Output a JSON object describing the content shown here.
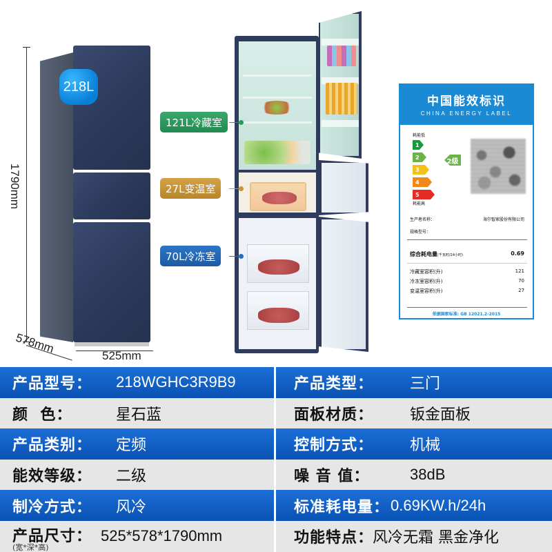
{
  "product_image": {
    "capacity_badge": "218L",
    "dimensions": {
      "height": "1790mm",
      "depth": "578mm",
      "width": "525mm"
    },
    "compartments": [
      {
        "label": "121L冷藏室",
        "color": "#2a9a5c"
      },
      {
        "label": "27L变温室",
        "color": "#c49538"
      },
      {
        "label": "70L冷冻室",
        "color": "#2570c0"
      }
    ]
  },
  "energy_label": {
    "title": "中国能效标识",
    "subtitle": "CHINA ENERGY LABEL",
    "low_text": "耗能低",
    "high_text": "耗能高",
    "grades": [
      "1",
      "2",
      "3",
      "4",
      "5"
    ],
    "grade": "2级",
    "manufacturer_key": "生产者名称：",
    "manufacturer_value": "海尔智家股份有限公司",
    "model_key": "规格型号：",
    "consumption_key": "综合耗电量",
    "consumption_unit": "(千瓦时/24小时)",
    "consumption_value": "0.69",
    "volumes": [
      {
        "key": "冷藏室容积(升)",
        "value": "121"
      },
      {
        "key": "冷冻室容积(升)",
        "value": "70"
      },
      {
        "key": "变温室容积(升)",
        "value": "27"
      }
    ],
    "footer": "依据国家标准: GB 12021.2-2015",
    "accent_color": "#1a8ad4"
  },
  "specs": {
    "rows": [
      {
        "style": "blue",
        "left": {
          "key": "产品型号：",
          "value": "218WGHC3R9B9"
        },
        "right": {
          "key": "产品类型：",
          "value": "三门"
        }
      },
      {
        "style": "grey",
        "left": {
          "key": "颜  色：",
          "value": "星石蓝"
        },
        "right": {
          "key": "面板材质：",
          "value": "钣金面板"
        }
      },
      {
        "style": "blue",
        "left": {
          "key": "产品类别：",
          "value": "定频"
        },
        "right": {
          "key": "控制方式：",
          "value": "机械"
        }
      },
      {
        "style": "grey",
        "left": {
          "key": "能效等级：",
          "value": "二级"
        },
        "right": {
          "key": "噪 音 值：",
          "value": "38dB"
        }
      },
      {
        "style": "blue",
        "left": {
          "key": "制冷方式：",
          "value": "风冷"
        },
        "right": {
          "key": "标准耗电量：",
          "value": "0.69KW.h/24h"
        }
      },
      {
        "style": "grey",
        "left": {
          "key": "产品尺寸：",
          "key_sub": "(宽*深*高)",
          "value": "525*578*1790mm"
        },
        "right": {
          "key": "功能特点：",
          "value": "风冷无霜 黑金净化"
        }
      }
    ],
    "colors": {
      "blue": "#1c6fd6",
      "grey": "#e6e6e6"
    }
  }
}
